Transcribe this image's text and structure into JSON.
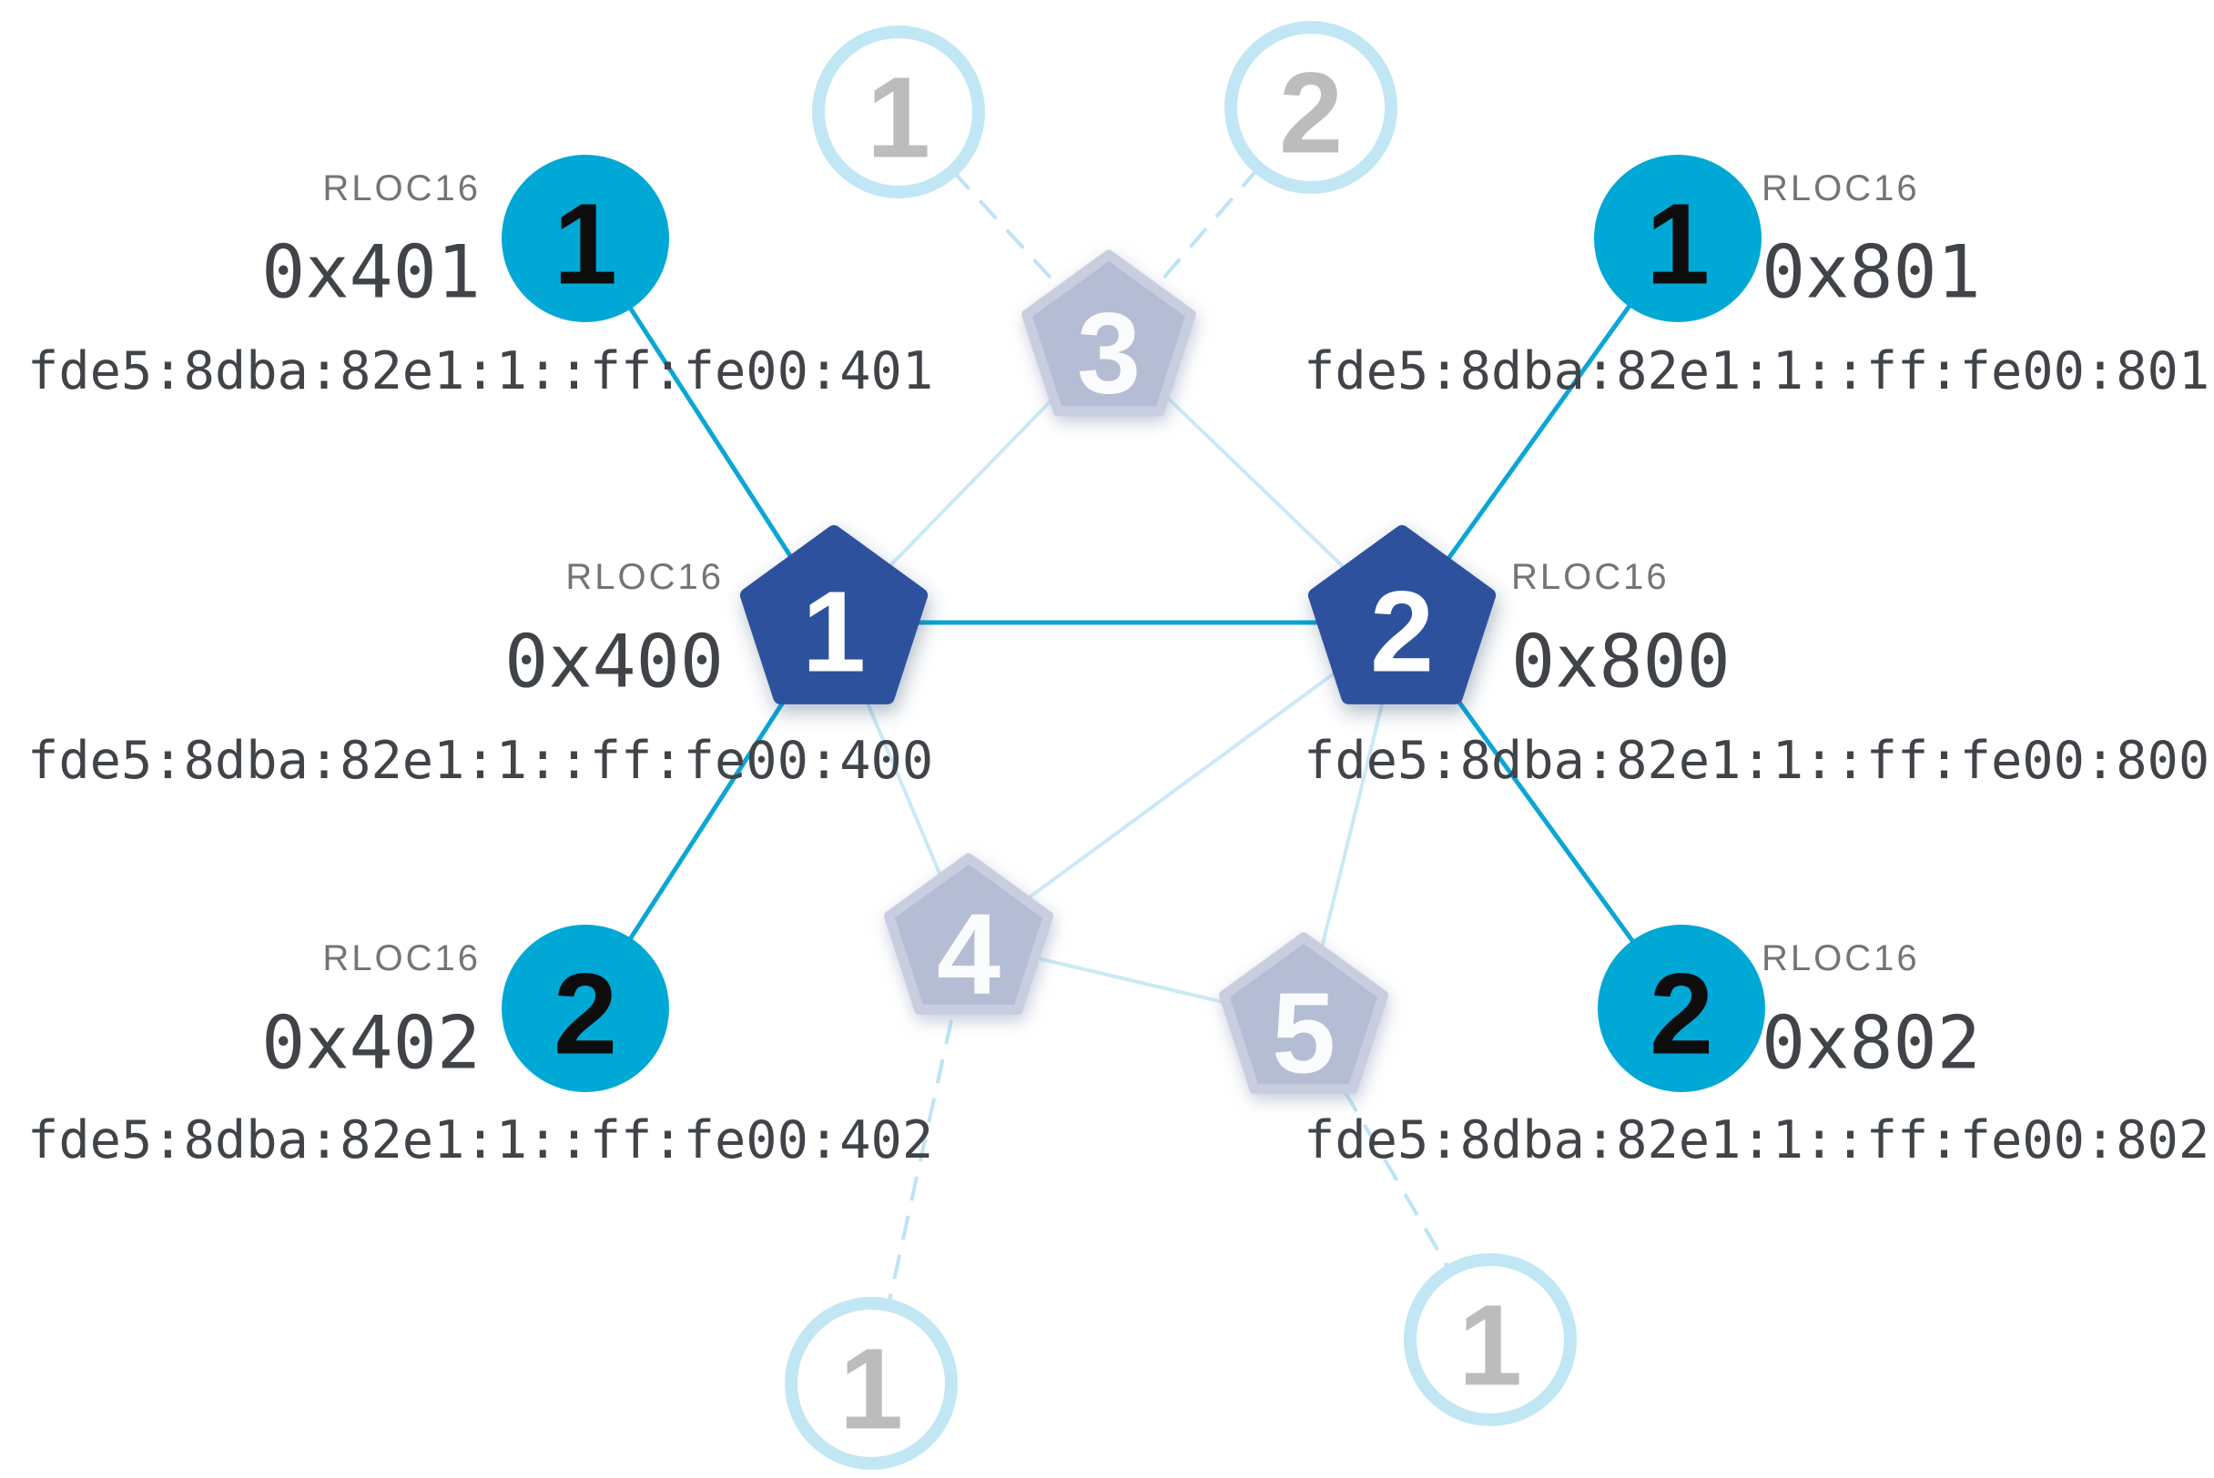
{
  "figure": {
    "description": "Thread mesh network topology diagram with routers (pentagons) and end-device children (circles), showing RLOC16 values and IPv6 RLOC addresses"
  },
  "palette": {
    "child_teal": "#00a8d5",
    "router_navy": "#2e519d",
    "faded_router_fill": "#b5bdd4",
    "faded_router_border": "#c8cee0",
    "faded_child_ring": "#c1e7f5",
    "link_active": "#0ba6d5",
    "link_inactive": "#cbe9f7",
    "link_dashed": "#bde4f4",
    "text_dark": "#404448",
    "text_gray": "#727578",
    "number_gray": "#bcbcbc"
  },
  "routers": [
    {
      "id": "router-1",
      "number": "1",
      "rloc16_label": "RLOC16",
      "rloc16": "0x400",
      "ipv6": "fde5:8dba:82e1:1::ff:fe00:400"
    },
    {
      "id": "router-2",
      "number": "2",
      "rloc16_label": "RLOC16",
      "rloc16": "0x800",
      "ipv6": "fde5:8dba:82e1:1::ff:fe00:800"
    },
    {
      "id": "router-3",
      "number": "3"
    },
    {
      "id": "router-4",
      "number": "4"
    },
    {
      "id": "router-5",
      "number": "5"
    }
  ],
  "children": [
    {
      "id": "child-401",
      "number": "1",
      "rloc16_label": "RLOC16",
      "rloc16": "0x401",
      "ipv6": "fde5:8dba:82e1:1::ff:fe00:401"
    },
    {
      "id": "child-801",
      "number": "1",
      "rloc16_label": "RLOC16",
      "rloc16": "0x801",
      "ipv6": "fde5:8dba:82e1:1::ff:fe00:801"
    },
    {
      "id": "child-402",
      "number": "2",
      "rloc16_label": "RLOC16",
      "rloc16": "0x402",
      "ipv6": "fde5:8dba:82e1:1::ff:fe00:402"
    },
    {
      "id": "child-802",
      "number": "2",
      "rloc16_label": "RLOC16",
      "rloc16": "0x802",
      "ipv6": "fde5:8dba:82e1:1::ff:fe00:802"
    }
  ],
  "faded_children": [
    {
      "id": "faded-child-top-left",
      "number": "1"
    },
    {
      "id": "faded-child-top-right",
      "number": "2"
    },
    {
      "id": "faded-child-bottom-left",
      "number": "1"
    },
    {
      "id": "faded-child-bottom-right",
      "number": "1"
    }
  ],
  "links": [
    {
      "from": "router-1",
      "to": "child-401",
      "style": "active"
    },
    {
      "from": "router-1",
      "to": "child-402",
      "style": "active"
    },
    {
      "from": "router-1",
      "to": "router-2",
      "style": "active"
    },
    {
      "from": "router-2",
      "to": "child-801",
      "style": "active"
    },
    {
      "from": "router-2",
      "to": "child-802",
      "style": "active"
    },
    {
      "from": "router-1",
      "to": "router-3",
      "style": "inactive"
    },
    {
      "from": "router-2",
      "to": "router-3",
      "style": "inactive"
    },
    {
      "from": "router-1",
      "to": "router-4",
      "style": "inactive"
    },
    {
      "from": "router-2",
      "to": "router-4",
      "style": "inactive"
    },
    {
      "from": "router-4",
      "to": "router-5",
      "style": "inactive"
    },
    {
      "from": "router-2",
      "to": "router-5",
      "style": "inactive"
    },
    {
      "from": "router-3",
      "to": "faded-child-top-left",
      "style": "dashed"
    },
    {
      "from": "router-3",
      "to": "faded-child-top-right",
      "style": "dashed"
    },
    {
      "from": "router-4",
      "to": "faded-child-bottom-left",
      "style": "dashed"
    },
    {
      "from": "router-5",
      "to": "faded-child-bottom-right",
      "style": "dashed"
    }
  ]
}
